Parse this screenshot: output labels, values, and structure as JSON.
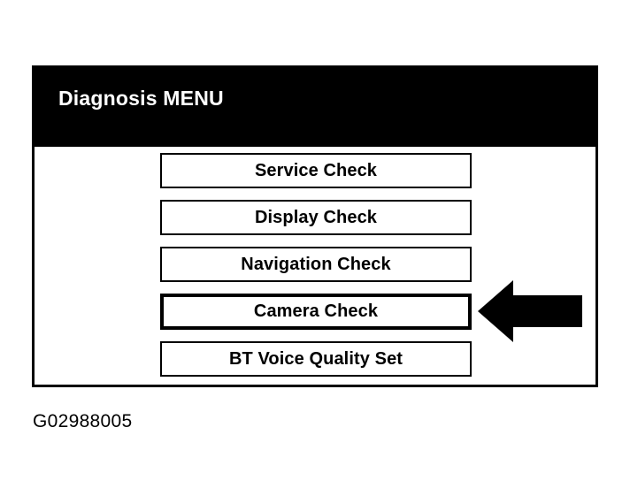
{
  "colors": {
    "background": "#ffffff",
    "panel_border": "#000000",
    "title_bar_background": "#000000",
    "title_bar_text": "#ffffff",
    "button_border": "#000000",
    "button_background": "#ffffff",
    "button_text": "#000000",
    "arrow": "#000000",
    "caption_text": "#000000"
  },
  "panel": {
    "title": "Diagnosis MENU",
    "menu_items": [
      {
        "label": "Service Check",
        "selected": false
      },
      {
        "label": "Display Check",
        "selected": false
      },
      {
        "label": "Navigation Check",
        "selected": false
      },
      {
        "label": "Camera Check",
        "selected": true
      },
      {
        "label": "BT Voice Quality Set",
        "selected": false
      }
    ]
  },
  "annotation": {
    "arrow_icon": "arrow-left-icon",
    "arrow_direction": "left",
    "points_at": "Camera Check"
  },
  "caption": {
    "text": "G02988005"
  }
}
